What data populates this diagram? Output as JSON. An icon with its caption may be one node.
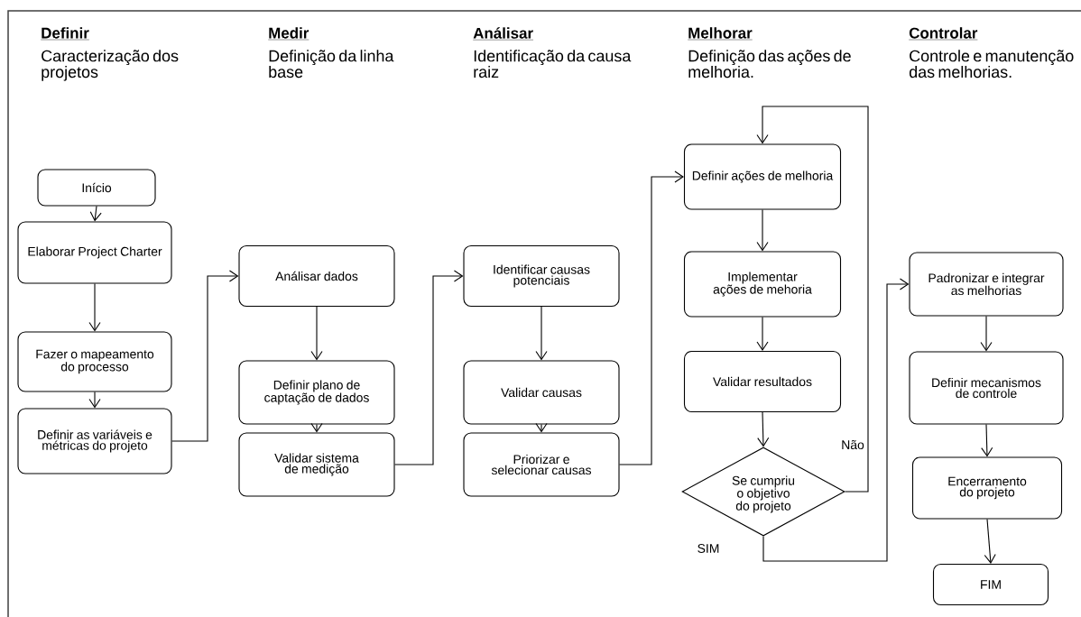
{
  "diagram": {
    "nodes": [
      {
        "text": [
          "Início"
        ]
      },
      {
        "text": [
          "Elaborar Project Charter"
        ]
      },
      {
        "text": [
          "Fazer o mapeamento do processo"
        ]
      },
      {
        "text": [
          "Definir as variáveis e métricas do projeto"
        ]
      },
      {
        "text": [
          "Análisar dados"
        ]
      },
      {
        "text": [
          "Definir plano de captação de dados"
        ]
      },
      {
        "text": [
          "Validar sistema de medição"
        ]
      },
      {
        "text": [
          "Identificar causas potenciais"
        ]
      },
      {
        "text": [
          "Validar causas"
        ]
      },
      {
        "text": [
          "Priorizar e selecionar causas"
        ]
      },
      {
        "text": [
          "Definir ações de melhoria"
        ]
      },
      {
        "text": [
          "Implementar ações de mehoria"
        ]
      },
      {
        "text": [
          "Validar resultados"
        ]
      },
      {
        "text": [
          "Se cumpriu o objetivo do projeto"
        ]
      },
      {
        "text": [
          "Padronizar e integrar as melhorias"
        ]
      },
      {
        "text": [
          "Definir mecanismos de controle"
        ]
      },
      {
        "text": [
          "Encerramento do projeto"
        ]
      },
      {
        "text": [
          "FIM"
        ]
      }
    ],
    "edges": [
      {
        "from": 0,
        "to": 1,
        "arrow": "to"
      },
      {
        "from": 1,
        "to": 2,
        "arrow": "to"
      },
      {
        "from": 2,
        "to": 3,
        "arrow": "to"
      },
      {
        "from": 3,
        "to": 4,
        "arrow": "to"
      },
      {
        "from": 4,
        "to": 5,
        "arrow": "to"
      },
      {
        "from": 5,
        "to": 6,
        "arrow": "to"
      },
      {
        "from": 6,
        "to": 7,
        "arrow": "to"
      },
      {
        "from": 7,
        "to": 8,
        "arrow": "to"
      },
      {
        "from": 8,
        "to": 9,
        "arrow": "to"
      },
      {
        "from": 9,
        "to": 10,
        "arrow": "to"
      },
      {
        "from": 10,
        "to": 11,
        "arrow": "to"
      },
      {
        "from": 11,
        "to": 12,
        "arrow": "to"
      },
      {
        "from": 12,
        "to": 13,
        "arrow": "to"
      },
      {
        "from": 13,
        "to": 10,
        "arrow": "to",
        "label": "Não"
      },
      {
        "from": 13,
        "to": 14,
        "arrow": "to",
        "label": "SIM"
      },
      {
        "from": 14,
        "to": 15,
        "arrow": "to"
      },
      {
        "from": 15,
        "to": 16,
        "arrow": "to"
      },
      {
        "from": 16,
        "to": 17,
        "arrow": "to"
      }
    ],
    "labels": [
      "Definir",
      "Caracterização dos projetos",
      "Medir",
      "Definição da linha base",
      "Análisar",
      "Identificação da causa raiz",
      "Melhorar",
      "Definição das ações de melhoria.",
      "Controlar",
      "Controle e manutenção das melhorias."
    ]
  }
}
